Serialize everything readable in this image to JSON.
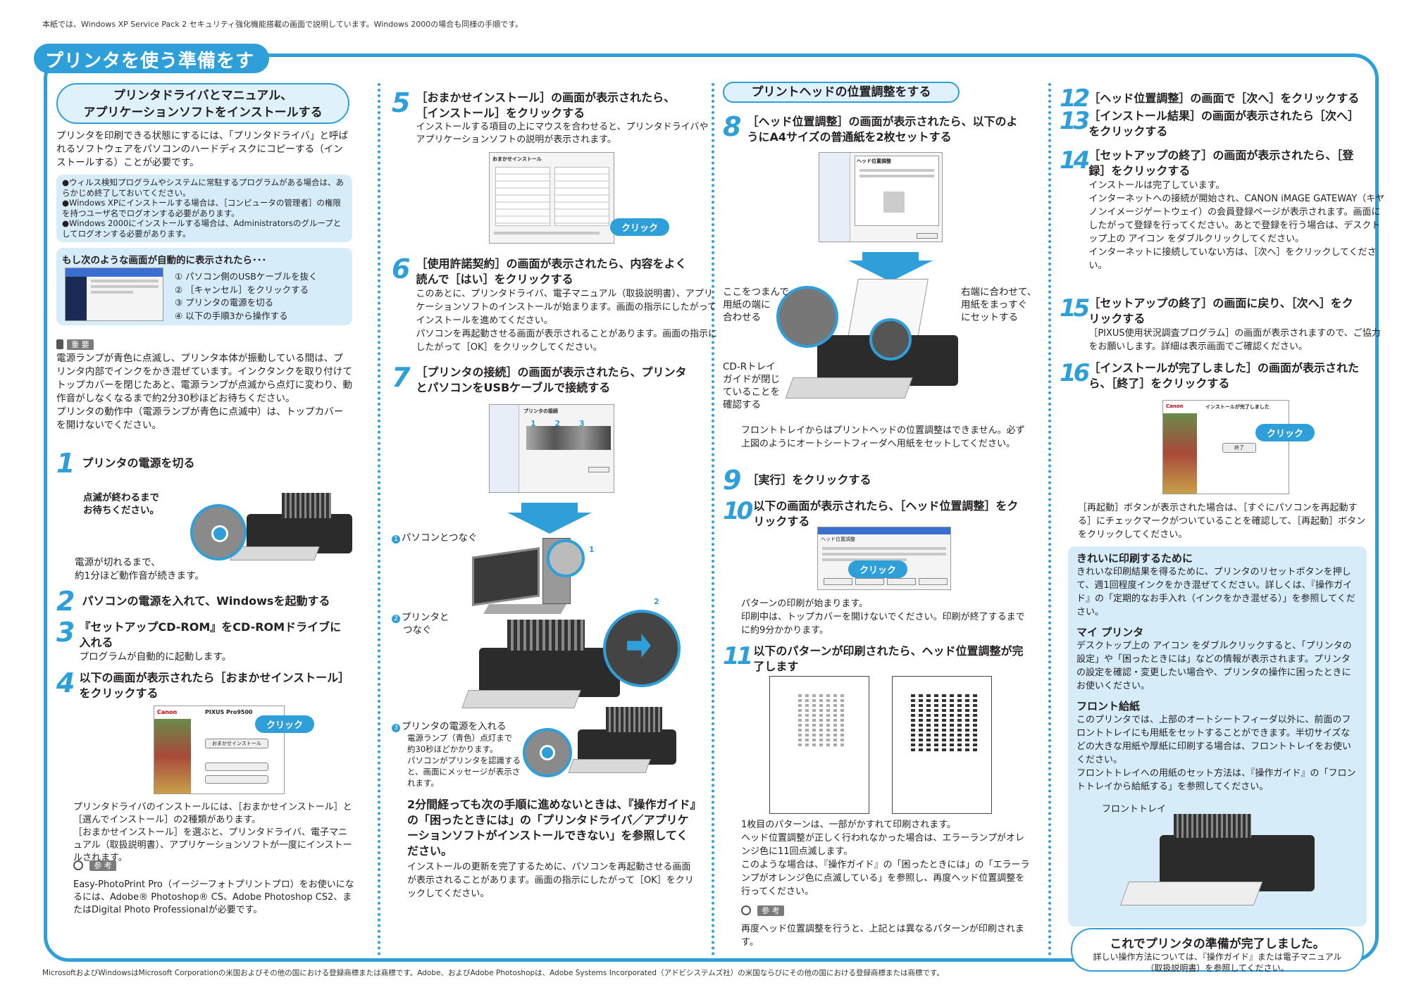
{
  "top_note": "本紙では、Windows XP Service Pack 2 セキュリティ強化機能搭載の画面で説明しています。Windows 2000の場合も同様の手順です。",
  "main_title": "プリンタを使う準備をする",
  "col1": {
    "pill_title_1": "プリンタドライバとマニュアル、",
    "pill_title_2": "アプリケーションソフトをインストールする",
    "intro": "プリンタを印刷できる状態にするには、「プリンタドライバ」と呼ばれるソフトウェアをパソコンのハードディスクにコピーする（インストールする）ことが必要です。",
    "notes": [
      "●ウィルス検知プログラムやシステムに常駐するプログラムがある場合は、あらかじめ終了しておいてください。",
      "●Windows XPにインストールする場合は、［コンピュータの管理者］の権限を持つユーザ名でログオンする必要があります。",
      "●Windows 2000にインストールする場合は、Administratorsのグループとしてログオンする必要があります。"
    ],
    "auto_screen_title": "もし次のような画面が自動的に表示されたら･･･",
    "auto_screen_steps": [
      "① パソコン側のUSBケーブルを抜く",
      "② ［キャンセル］をクリックする",
      "③ プリンタの電源を切る",
      "④ 以下の手順3から操作する"
    ],
    "important_label": "重 要",
    "important_text": [
      "電源ランプが青色に点滅し、プリンタ本体が振動している間は、プリンタ内部でインクをかき混ぜています。インクタンクを取り付けてトップカバーを閉じたあと、電源ランプが点滅から点灯に変わり、動作音がしなくなるまで約2分30秒ほどお待ちください。",
      "プリンタの動作中（電源ランプが青色に点滅中）は、トップカバーを開けないでください。"
    ],
    "step1_num": "1",
    "step1": "プリンタの電源を切る",
    "step1_callout_1": "点滅が終わるまで",
    "step1_callout_2": "お待ちください。",
    "step1_note_1": "電源が切れるまで、",
    "step1_note_2": "約1分ほど動作音が続きます。",
    "step2_num": "2",
    "step2": "パソコンの電源を入れて、Windowsを起動する",
    "step3_num": "3",
    "step3_1": "『セットアップCD-ROM』をCD-ROMドライブに",
    "step3_2": "入れる",
    "step3_sub": "プログラムが自動的に起動します。",
    "step4_num": "4",
    "step4_1": "以下の画面が表示されたら［おまかせインストール］",
    "step4_2": "をクリックする",
    "step4_screen_brand": "Canon",
    "step4_screen_product": "PIXUS Pro9500",
    "step4_screen_button": "おまかせインストール",
    "step4_click": "クリック",
    "step4_text": [
      "プリンタドライバのインストールには、［おまかせインストール］と［選んでインストール］の2種類があります。",
      "［おまかせインストール］を選ぶと、プリンタドライバ、電子マニュアル（取扱説明書）、アプリケーションソフトが一度にインストールされます。"
    ],
    "ref_label": "参 考",
    "ref_text": "Easy-PhotoPrint Pro（イージーフォトプリントプロ）をお使いになるには、Adobe® Photoshop® CS、Adobe Photoshop CS2、またはDigital Photo Professionalが必要です。"
  },
  "col2": {
    "step5_num": "5",
    "step5_1": "［おまかせインストール］の画面が表示されたら、",
    "step5_2": "［インストール］をクリックする",
    "step5_sub": "インストールする項目の上にマウスを合わせると、プリンタドライバやアプリケーションソフトの説明が表示されます。",
    "step5_screen_title": "おまかせインストール",
    "step5_click": "クリック",
    "step6_num": "6",
    "step6_1": "［使用許諾契約］の画面が表示されたら、内容をよく",
    "step6_2": "読んで［はい］をクリックする",
    "step6_sub": [
      "このあとに、プリンタドライバ、電子マニュアル（取扱説明書）、アプリケーションソフトのインストールが始まります。画面の指示にしたがってインストールを進めてください。",
      "パソコンを再起動させる画面が表示されることがあります。画面の指示にしたがって［OK］をクリックしてください。"
    ],
    "step7_num": "7",
    "step7_1": "［プリンタの接続］の画面が表示されたら、プリンタ",
    "step7_2": "とパソコンをUSBケーブルで接続する",
    "step7_screen_title": "プリンタの接続",
    "label_pc": "パソコンとつなぐ",
    "label_printer_1": "プリンタと",
    "label_printer_2": "つなぐ",
    "label_power": "プリンタの電源を入れる",
    "label_power_sub": [
      "電源ランプ（青色）点灯まで",
      "約30秒ほどかかります。",
      "パソコンがプリンタを認識する",
      "と、画面にメッセージが表示さ",
      "れます。"
    ],
    "circle_1": "1",
    "circle_2": "2",
    "circle_3": "3",
    "wait_head": "2分間経っても次の手順に進めないときは、『操作ガイド』の「困ったときには」の「プリンタドライバ／アプリケーションソフトがインストールできない」を参照してください。",
    "wait_text": "インストールの更新を完了するために、パソコンを再起動させる画面が表示されることがあります。画面の指示にしたがって［OK］をクリックしてください。"
  },
  "col3": {
    "pill_title": "プリントヘッドの位置調整をする",
    "step8_num": "8",
    "step8_1": "［ヘッド位置調整］の画面が表示されたら、以下のよ",
    "step8_2": "うにA4サイズの普通紙を2枚セットする",
    "step8_screen_title": "ヘッド位置調整",
    "label_left_1": "ここをつまんで",
    "label_left_2": "用紙の端に",
    "label_left_3": "合わせる",
    "label_right_1": "右端に合わせて、",
    "label_right_2": "用紙をまっすぐ",
    "label_right_3": "にセットする",
    "label_cd_1": "CD-Rトレイ",
    "label_cd_2": "ガイドが閉じ",
    "label_cd_3": "ていることを",
    "label_cd_4": "確認する",
    "front_note": "フロントトレイからはプリントヘッドの位置調整はできません。必ず上図のようにオートシートフィーダへ用紙をセットしてください。",
    "step9_num": "9",
    "step9": "［実行］をクリックする",
    "step10_num": "10",
    "step10_1": "以下の画面が表示されたら、［ヘッド位置調整］をク",
    "step10_2": "リックする",
    "step10_screen_title": "ヘッド位置調整",
    "step10_click": "クリック",
    "step10_sub": [
      "パターンの印刷が始まります。",
      "印刷中は、トップカバーを開けないでください。印刷が終了するまでに約9分かかります。"
    ],
    "step11_num": "11",
    "step11_1": "以下のパターンが印刷されたら、ヘッド位置調整が完",
    "step11_2": "了します",
    "step11_text": [
      "1枚目のパターンは、一部がかすれて印刷されます。",
      "ヘッド位置調整が正しく行われなかった場合は、エラーランプがオレンジ色に11回点滅します。",
      "このような場合は、『操作ガイド』の「困ったときには」の「エラーランプがオレンジ色に点滅している」を参照し、再度ヘッド位置調整を行ってください。"
    ],
    "ref_label": "参 考",
    "ref_text": "再度ヘッド位置調整を行うと、上記とは異なるパターンが印刷されます。"
  },
  "col4": {
    "step12_num": "12",
    "step12": "［ヘッド位置調整］の画面で［次へ］をクリックする",
    "step13_num": "13",
    "step13_1": "［インストール結果］の画面が表示されたら［次へ］",
    "step13_2": "をクリックする",
    "step14_num": "14",
    "step14_1": "［セットアップの終了］の画面が表示されたら、［登",
    "step14_2": "録］をクリックする",
    "step14_text": [
      "インストールは完了しています。",
      "インターネットへの接続が開始され、CANON iMAGE GATEWAY（キヤノンイメージゲートウェイ）の会員登録ページが表示されます。画面にしたがって登録を行ってください。あとで登録を行う場合は、デスクトップ上の アイコン をダブルクリックしてください。",
      "インターネットに接続していない方は、［次へ］をクリックしてください。"
    ],
    "step15_num": "15",
    "step15_1": "［セットアップの終了］の画面に戻り、［次へ］をク",
    "step15_2": "リックする",
    "step15_text": "［PIXUS使用状況調査プログラム］の画面が表示されますので、ご協力をお願いします。詳細は表示画面でご確認ください。",
    "step16_num": "16",
    "step16_1": "［インストールが完了しました］の画面が表示された",
    "step16_2": "ら、［終了］をクリックする",
    "step16_screen_title": "インストールが完了しました",
    "step16_screen_brand": "Canon",
    "step16_screen_button": "終了",
    "step16_click": "クリック",
    "restart_text": "［再起動］ボタンが表示された場合は、［すぐにパソコンを再起動する］にチェックマークがついていることを確認して、［再起動］ボタンをクリックしてください。",
    "tips_title_1": "きれいに印刷するために",
    "tips_text_1": "きれいな印刷結果を得るために、プリンタのリセットボタンを押して、週1回程度インクをかき混ぜてください。詳しくは、『操作ガイド』の「定期的なお手入れ（インクをかき混ぜる）」を参照してください。",
    "tips_title_2": "マイ プリンタ",
    "tips_text_2": "デスクトップ上の アイコン をダブルクリックすると、「プリンタの設定」や「困ったときには」などの情報が表示されます。プリンタの設定を確認・変更したい場合や、プリンタの操作に困ったときにお使いください。",
    "tips_title_3": "フロント給紙",
    "tips_text_3": "このプリンタでは、上部のオートシートフィーダ以外に、前面のフロントトレイにも用紙をセットすることができます。半切サイズなどの大きな用紙や厚紙に印刷する場合は、フロントトレイをお使いください。",
    "tips_text_4": "フロントトレイへの用紙のセット方法は、『操作ガイド』の「フロントトレイから給紙する」を参照してください。",
    "front_tray_label": "フロントトレイ",
    "done_title": "これでプリンタの準備が完了しました。",
    "done_text_1": "詳しい操作方法については、『操作ガイド』または電子マニュアル",
    "done_text_2": "（取扱説明書）を参照してください。"
  },
  "footnote": "MicrosoftおよびWindowsはMicrosoft Corporationの米国およびその他の国における登録商標または商標です。Adobe、およびAdobe Photoshopは、Adobe Systems Incorporated（アドビシステムズ社）の米国ならびにその他の国における登録商標または商標です。",
  "colors": {
    "accent": "#2e9fd8",
    "box": "#d6ecf9",
    "text": "#231f20"
  }
}
